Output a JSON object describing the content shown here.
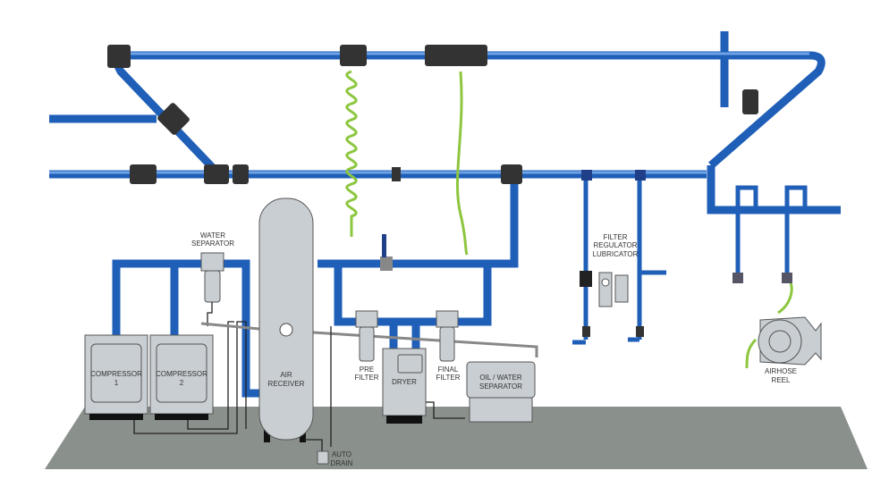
{
  "labels": {
    "water_separator": [
      "WATER",
      "SEPARATOR"
    ],
    "compressor_1": [
      "COMPRESSOR",
      "1"
    ],
    "compressor_2": [
      "COMPRESSOR",
      "2"
    ],
    "air_receiver": [
      "AIR",
      "RECEIVER"
    ],
    "pre_filter": [
      "PRE",
      "FILTER"
    ],
    "dryer": "DRYER",
    "final_filter": [
      "FINAL",
      "FILTER"
    ],
    "oil_water_separator": [
      "OIL / WATER",
      "SEPARATOR"
    ],
    "auto_drain": [
      "AUTO",
      "DRAIN"
    ],
    "frl": [
      "FILTER",
      "REGULATOR",
      "LUBRICATOR"
    ],
    "airhose_reel": [
      "AIRHOSE",
      "REEL"
    ]
  },
  "colors": {
    "pipe": "#1f5fb8",
    "floor": "#8a918c",
    "equipment": "#c9ced3",
    "hose": "#8dc63f"
  }
}
